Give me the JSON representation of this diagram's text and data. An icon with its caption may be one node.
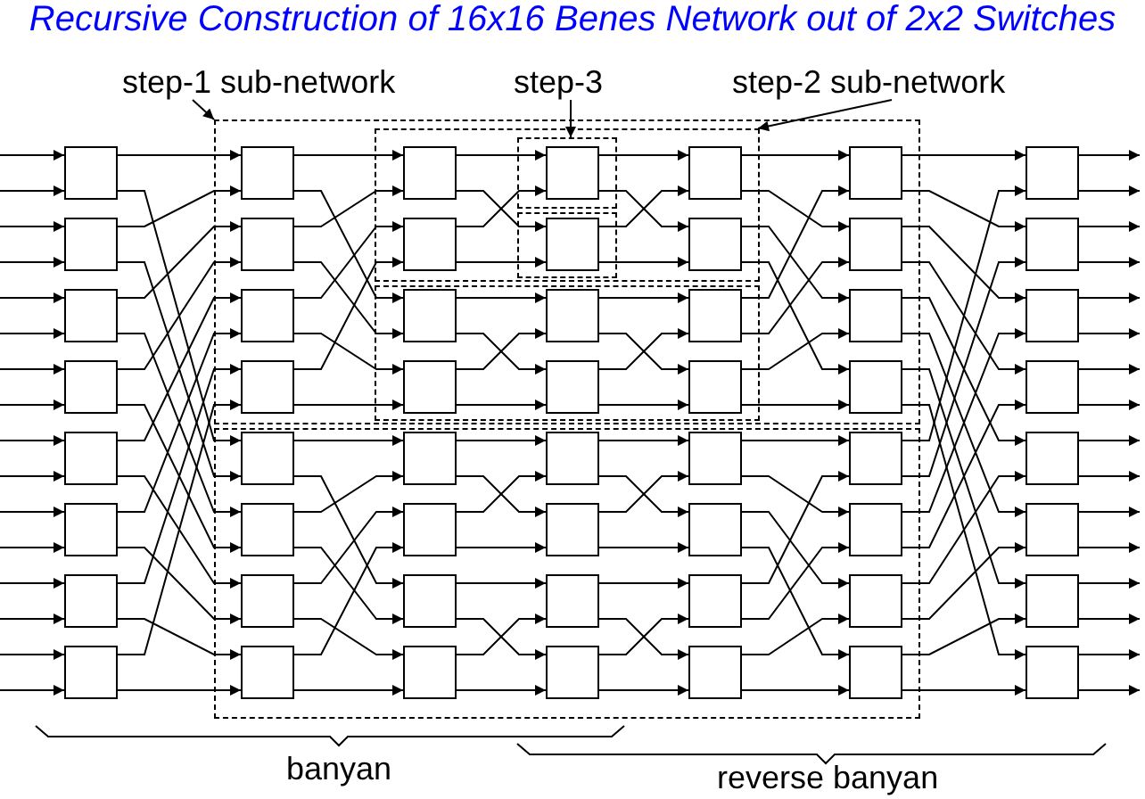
{
  "diagram": {
    "title": "Recursive Construction of 16x16 Benes Network out of 2x2 Switches",
    "nodes": [
      {
        "text": [
          "step-1 sub-network"
        ]
      },
      {
        "text": [
          "step-3"
        ]
      },
      {
        "text": [
          "step-2 sub-network"
        ]
      },
      {
        "text": [],
        "shape": "box"
      },
      {
        "text": [],
        "shape": "box",
        "in": 3
      },
      {
        "text": [],
        "shape": "box",
        "in": 4
      },
      {
        "text": [],
        "shape": "box",
        "in": 4
      },
      {
        "text": [],
        "shape": "box",
        "in": 3
      },
      {
        "text": [],
        "shape": "box"
      },
      {
        "text": [],
        "shape": "box"
      },
      {
        "text": [],
        "shape": "box"
      },
      {
        "text": [],
        "shape": "box"
      },
      {
        "text": [],
        "shape": "box"
      },
      {
        "text": [],
        "shape": "box"
      },
      {
        "text": [],
        "shape": "box"
      },
      {
        "text": [],
        "shape": "box"
      },
      {
        "text": [],
        "shape": "box"
      },
      {
        "text": [],
        "shape": "box",
        "in": 3
      },
      {
        "text": [],
        "shape": "box",
        "in": 3
      },
      {
        "text": [],
        "shape": "box",
        "in": 3
      },
      {
        "text": [],
        "shape": "box",
        "in": 3
      },
      {
        "text": [],
        "shape": "box",
        "in": 8
      },
      {
        "text": [],
        "shape": "box",
        "in": 8
      },
      {
        "text": [],
        "shape": "box",
        "in": 8
      },
      {
        "text": [],
        "shape": "box",
        "in": 8
      },
      {
        "text": [],
        "shape": "box",
        "in": 4
      },
      {
        "text": [],
        "shape": "box",
        "in": 4
      },
      {
        "text": [],
        "shape": "box",
        "in": 7
      },
      {
        "text": [],
        "shape": "box",
        "in": 7
      },
      {
        "text": [],
        "shape": "box",
        "in": 8
      },
      {
        "text": [],
        "shape": "box",
        "in": 8
      },
      {
        "text": [],
        "shape": "box",
        "in": 8
      },
      {
        "text": [],
        "shape": "box",
        "in": 8
      },
      {
        "text": [],
        "shape": "box",
        "in": 5
      },
      {
        "text": [],
        "shape": "box",
        "in": 6
      },
      {
        "text": [],
        "shape": "box",
        "in": 7
      },
      {
        "text": [],
        "shape": "box",
        "in": 7
      },
      {
        "text": [],
        "shape": "box",
        "in": 8
      },
      {
        "text": [],
        "shape": "box",
        "in": 8
      },
      {
        "text": [],
        "shape": "box",
        "in": 8
      },
      {
        "text": [],
        "shape": "box",
        "in": 8
      },
      {
        "text": [],
        "shape": "box",
        "in": 4
      },
      {
        "text": [],
        "shape": "box",
        "in": 4
      },
      {
        "text": [],
        "shape": "box",
        "in": 7
      },
      {
        "text": [],
        "shape": "box",
        "in": 7
      },
      {
        "text": [],
        "shape": "box",
        "in": 8
      },
      {
        "text": [],
        "shape": "box",
        "in": 8
      },
      {
        "text": [],
        "shape": "box",
        "in": 8
      },
      {
        "text": [],
        "shape": "box",
        "in": 8
      },
      {
        "text": [],
        "shape": "box",
        "in": 3
      },
      {
        "text": [],
        "shape": "box",
        "in": 3
      },
      {
        "text": [],
        "shape": "box",
        "in": 3
      },
      {
        "text": [],
        "shape": "box",
        "in": 3
      },
      {
        "text": [],
        "shape": "box",
        "in": 8
      },
      {
        "text": [],
        "shape": "box",
        "in": 8
      },
      {
        "text": [],
        "shape": "box",
        "in": 8
      },
      {
        "text": [],
        "shape": "box",
        "in": 8
      },
      {
        "text": [],
        "shape": "box"
      },
      {
        "text": [],
        "shape": "box"
      },
      {
        "text": [],
        "shape": "box"
      },
      {
        "text": [],
        "shape": "box"
      },
      {
        "text": [],
        "shape": "box"
      },
      {
        "text": [],
        "shape": "box"
      },
      {
        "text": [],
        "shape": "box"
      },
      {
        "text": [],
        "shape": "box"
      }
    ],
    "edges": [
      {
        "from": 0,
        "to": 3,
        "arrow": "to"
      },
      {
        "from": 1,
        "to": 5,
        "arrow": "to"
      },
      {
        "from": 2,
        "to": 4,
        "arrow": "to"
      },
      {
        "from": null,
        "to": 9,
        "arrow": "to"
      },
      {
        "from": null,
        "to": 9,
        "arrow": "to"
      },
      {
        "from": null,
        "to": 10,
        "arrow": "to"
      },
      {
        "from": null,
        "to": 10,
        "arrow": "to"
      },
      {
        "from": null,
        "to": 11,
        "arrow": "to"
      },
      {
        "from": null,
        "to": 11,
        "arrow": "to"
      },
      {
        "from": null,
        "to": 12,
        "arrow": "to"
      },
      {
        "from": null,
        "to": 12,
        "arrow": "to"
      },
      {
        "from": null,
        "to": 13,
        "arrow": "to"
      },
      {
        "from": null,
        "to": 13,
        "arrow": "to"
      },
      {
        "from": null,
        "to": 14,
        "arrow": "to"
      },
      {
        "from": null,
        "to": 14,
        "arrow": "to"
      },
      {
        "from": null,
        "to": 15,
        "arrow": "to"
      },
      {
        "from": null,
        "to": 15,
        "arrow": "to"
      },
      {
        "from": null,
        "to": 16,
        "arrow": "to"
      },
      {
        "from": null,
        "to": 16,
        "arrow": "to"
      },
      {
        "from": 9,
        "to": 17,
        "arrow": "to"
      },
      {
        "from": 9,
        "to": 21,
        "arrow": "to"
      },
      {
        "from": 10,
        "to": 17,
        "arrow": "to"
      },
      {
        "from": 10,
        "to": 21,
        "arrow": "to"
      },
      {
        "from": 11,
        "to": 18,
        "arrow": "to"
      },
      {
        "from": 11,
        "to": 22,
        "arrow": "to"
      },
      {
        "from": 12,
        "to": 18,
        "arrow": "to"
      },
      {
        "from": 12,
        "to": 22,
        "arrow": "to"
      },
      {
        "from": 13,
        "to": 19,
        "arrow": "to"
      },
      {
        "from": 13,
        "to": 23,
        "arrow": "to"
      },
      {
        "from": 14,
        "to": 19,
        "arrow": "to"
      },
      {
        "from": 14,
        "to": 23,
        "arrow": "to"
      },
      {
        "from": 15,
        "to": 20,
        "arrow": "to"
      },
      {
        "from": 15,
        "to": 24,
        "arrow": "to"
      },
      {
        "from": 16,
        "to": 20,
        "arrow": "to"
      },
      {
        "from": 16,
        "to": 24,
        "arrow": "to"
      },
      {
        "from": 17,
        "to": 25,
        "arrow": "to"
      },
      {
        "from": 17,
        "to": 27,
        "arrow": "to"
      },
      {
        "from": 18,
        "to": 25,
        "arrow": "to"
      },
      {
        "from": 18,
        "to": 27,
        "arrow": "to"
      },
      {
        "from": 19,
        "to": 26,
        "arrow": "to"
      },
      {
        "from": 19,
        "to": 28,
        "arrow": "to"
      },
      {
        "from": 20,
        "to": 26,
        "arrow": "to"
      },
      {
        "from": 20,
        "to": 28,
        "arrow": "to"
      },
      {
        "from": 21,
        "to": 29,
        "arrow": "to"
      },
      {
        "from": 21,
        "to": 31,
        "arrow": "to"
      },
      {
        "from": 22,
        "to": 29,
        "arrow": "to"
      },
      {
        "from": 22,
        "to": 31,
        "arrow": "to"
      },
      {
        "from": 23,
        "to": 30,
        "arrow": "to"
      },
      {
        "from": 23,
        "to": 32,
        "arrow": "to"
      },
      {
        "from": 24,
        "to": 30,
        "arrow": "to"
      },
      {
        "from": 24,
        "to": 32,
        "arrow": "to"
      },
      {
        "from": 25,
        "to": 33,
        "arrow": "to"
      },
      {
        "from": 25,
        "to": 34,
        "arrow": "to"
      },
      {
        "from": 26,
        "to": 33,
        "arrow": "to"
      },
      {
        "from": 26,
        "to": 34,
        "arrow": "to"
      },
      {
        "from": 27,
        "to": 35,
        "arrow": "to"
      },
      {
        "from": 27,
        "to": 36,
        "arrow": "to"
      },
      {
        "from": 28,
        "to": 35,
        "arrow": "to"
      },
      {
        "from": 28,
        "to": 36,
        "arrow": "to"
      },
      {
        "from": 29,
        "to": 37,
        "arrow": "to"
      },
      {
        "from": 29,
        "to": 38,
        "arrow": "to"
      },
      {
        "from": 30,
        "to": 37,
        "arrow": "to"
      },
      {
        "from": 30,
        "to": 38,
        "arrow": "to"
      },
      {
        "from": 31,
        "to": 39,
        "arrow": "to"
      },
      {
        "from": 31,
        "to": 40,
        "arrow": "to"
      },
      {
        "from": 32,
        "to": 39,
        "arrow": "to"
      },
      {
        "from": 32,
        "to": 40,
        "arrow": "to"
      },
      {
        "from": 33,
        "to": 41,
        "arrow": "to"
      },
      {
        "from": 33,
        "to": 42,
        "arrow": "to"
      },
      {
        "from": 34,
        "to": 41,
        "arrow": "to"
      },
      {
        "from": 34,
        "to": 42,
        "arrow": "to"
      },
      {
        "from": 35,
        "to": 43,
        "arrow": "to"
      },
      {
        "from": 35,
        "to": 44,
        "arrow": "to"
      },
      {
        "from": 36,
        "to": 43,
        "arrow": "to"
      },
      {
        "from": 36,
        "to": 44,
        "arrow": "to"
      },
      {
        "from": 37,
        "to": 45,
        "arrow": "to"
      },
      {
        "from": 37,
        "to": 46,
        "arrow": "to"
      },
      {
        "from": 38,
        "to": 45,
        "arrow": "to"
      },
      {
        "from": 38,
        "to": 46,
        "arrow": "to"
      },
      {
        "from": 39,
        "to": 47,
        "arrow": "to"
      },
      {
        "from": 39,
        "to": 48,
        "arrow": "to"
      },
      {
        "from": 40,
        "to": 47,
        "arrow": "to"
      },
      {
        "from": 40,
        "to": 48,
        "arrow": "to"
      },
      {
        "from": 41,
        "to": 49,
        "arrow": "to"
      },
      {
        "from": 41,
        "to": 50,
        "arrow": "to"
      },
      {
        "from": 42,
        "to": 51,
        "arrow": "to"
      },
      {
        "from": 42,
        "to": 52,
        "arrow": "to"
      },
      {
        "from": 43,
        "to": 49,
        "arrow": "to"
      },
      {
        "from": 43,
        "to": 50,
        "arrow": "to"
      },
      {
        "from": 44,
        "to": 51,
        "arrow": "to"
      },
      {
        "from": 44,
        "to": 52,
        "arrow": "to"
      },
      {
        "from": 45,
        "to": 53,
        "arrow": "to"
      },
      {
        "from": 45,
        "to": 54,
        "arrow": "to"
      },
      {
        "from": 46,
        "to": 55,
        "arrow": "to"
      },
      {
        "from": 46,
        "to": 56,
        "arrow": "to"
      },
      {
        "from": 47,
        "to": 53,
        "arrow": "to"
      },
      {
        "from": 47,
        "to": 54,
        "arrow": "to"
      },
      {
        "from": 48,
        "to": 55,
        "arrow": "to"
      },
      {
        "from": 48,
        "to": 56,
        "arrow": "to"
      },
      {
        "from": 49,
        "to": 57,
        "arrow": "to"
      },
      {
        "from": 49,
        "to": 58,
        "arrow": "to"
      },
      {
        "from": 50,
        "to": 59,
        "arrow": "to"
      },
      {
        "from": 50,
        "to": 60,
        "arrow": "to"
      },
      {
        "from": 51,
        "to": 61,
        "arrow": "to"
      },
      {
        "from": 51,
        "to": 62,
        "arrow": "to"
      },
      {
        "from": 52,
        "to": 63,
        "arrow": "to"
      },
      {
        "from": 52,
        "to": 64,
        "arrow": "to"
      },
      {
        "from": 53,
        "to": 57,
        "arrow": "to"
      },
      {
        "from": 53,
        "to": 58,
        "arrow": "to"
      },
      {
        "from": 54,
        "to": 59,
        "arrow": "to"
      },
      {
        "from": 54,
        "to": 60,
        "arrow": "to"
      },
      {
        "from": 55,
        "to": 61,
        "arrow": "to"
      },
      {
        "from": 55,
        "to": 62,
        "arrow": "to"
      },
      {
        "from": 56,
        "to": 63,
        "arrow": "to"
      },
      {
        "from": 56,
        "to": 64,
        "arrow": "to"
      },
      {
        "from": 57,
        "to": null,
        "arrow": "to"
      },
      {
        "from": 57,
        "to": null,
        "arrow": "to"
      },
      {
        "from": 58,
        "to": null,
        "arrow": "to"
      },
      {
        "from": 58,
        "to": null,
        "arrow": "to"
      },
      {
        "from": 59,
        "to": null,
        "arrow": "to"
      },
      {
        "from": 59,
        "to": null,
        "arrow": "to"
      },
      {
        "from": 60,
        "to": null,
        "arrow": "to"
      },
      {
        "from": 60,
        "to": null,
        "arrow": "to"
      },
      {
        "from": 61,
        "to": null,
        "arrow": "to"
      },
      {
        "from": 61,
        "to": null,
        "arrow": "to"
      },
      {
        "from": 62,
        "to": null,
        "arrow": "to"
      },
      {
        "from": 62,
        "to": null,
        "arrow": "to"
      },
      {
        "from": 63,
        "to": null,
        "arrow": "to"
      },
      {
        "from": 63,
        "to": null,
        "arrow": "to"
      },
      {
        "from": 64,
        "to": null,
        "arrow": "to"
      },
      {
        "from": 64,
        "to": null,
        "arrow": "to"
      }
    ],
    "labels": [
      "banyan",
      "reverse banyan"
    ]
  }
}
